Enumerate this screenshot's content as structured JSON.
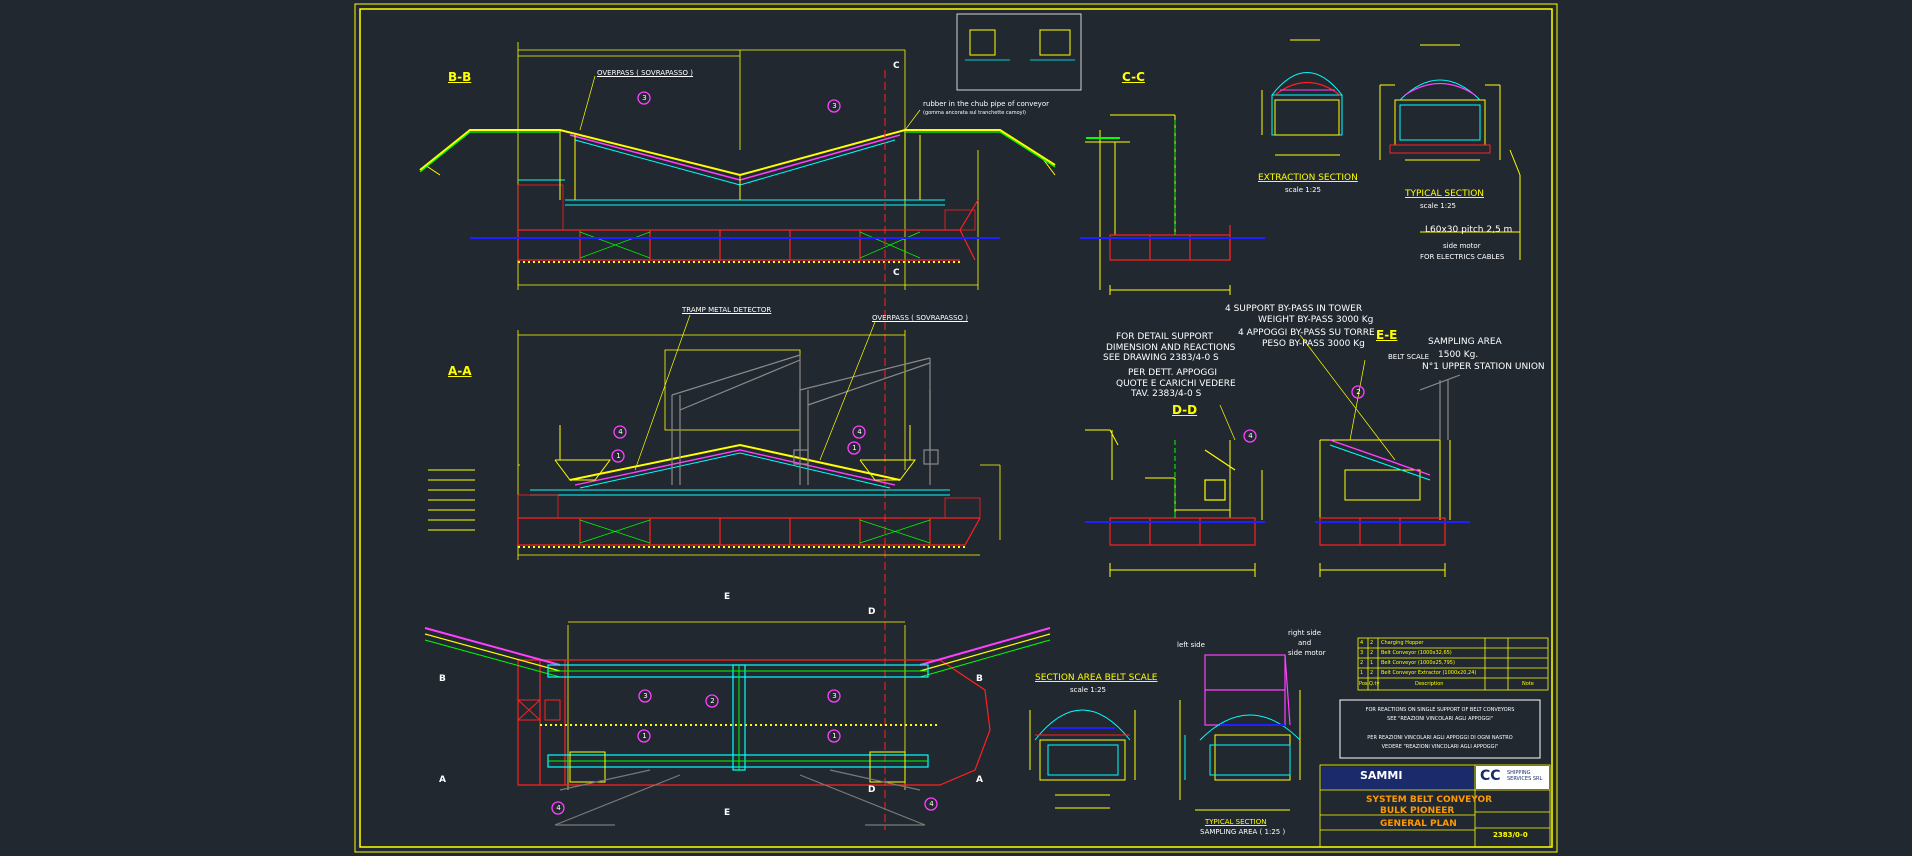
{
  "colors": {
    "background": "#212830",
    "frame": "#ffff00",
    "structure": "#ffff00",
    "hull": "#ff2020",
    "belt": "#ff40ff",
    "conveyor": "#00ffff",
    "green": "#00ff00",
    "water": "#2020ff",
    "text": "#ffffff"
  },
  "sections": {
    "bb": "B-B",
    "aa": "A-A",
    "cc": "C-C",
    "dd": "D-D",
    "ee": "E-E",
    "extraction": "EXTRACTION SECTION",
    "extraction_scale": "scale 1:25",
    "typical": "TYPICAL SECTION",
    "typical_scale": "scale 1:25",
    "belt_scale_area": "SECTION AREA BELT SCALE",
    "belt_scale_area_scale": "scale 1:25",
    "typical_bottom": "TYPICAL SECTION",
    "sampling_area_bottom": "SAMPLING AREA ( 1:25 )"
  },
  "markers": {
    "c_top": "C",
    "c_bottom": "C",
    "e_top": "E",
    "e_bottom": "E",
    "d_top": "D",
    "d_bottom": "D",
    "b_left": "B",
    "b_right": "B",
    "a_left": "A",
    "a_right": "A"
  },
  "callouts": {
    "bb": [
      "3",
      "3"
    ],
    "aa": [
      "4",
      "1",
      "4",
      "1"
    ],
    "plan": [
      "3",
      "2",
      "3",
      "1",
      "1",
      "4",
      "4"
    ],
    "dd": [
      "4"
    ],
    "ee": [
      "2"
    ]
  },
  "notes": {
    "overpass_bb": "OVERPASS ( SOVRAPASSO )",
    "rubber": "rubber in the chub pipe of conveyor",
    "rubber_it": "(gomma ancorata sul tranchette camoyl)",
    "tramp_metal": "TRAMP METAL DETECTOR",
    "overpass_aa": "OVERPASS ( SOVRAPASSO )",
    "cable_tray": "L60x30   pitch 2,5 m",
    "side_motor": "side motor",
    "electrics": "FOR  ELECTRICS CABLES",
    "support_bypass_1": "4 SUPPORT BY-PASS IN TOWER",
    "support_bypass_2": "WEIGHT BY-PASS 3000 Kg",
    "appoggi_1": "4 APPOGGI BY-PASS SU TORRE",
    "appoggi_2": "PESO BY-PASS 3000 Kg",
    "detail_1": "FOR DETAIL SUPPORT",
    "detail_2": "DIMENSION AND REACTIONS",
    "detail_3": "SEE DRAWING  2383/4-0 S",
    "dett_1": "PER DETT. APPOGGI",
    "dett_2": "QUOTE E CARICHI VEDERE",
    "dett_3": "TAV. 2383/4-0 S",
    "sampling_area": "SAMPLING AREA",
    "sampling_weight": "1500 Kg.",
    "sampling_union": "N°1 UPPER STATION UNION",
    "belt_scale": "BELT SCALE",
    "left_side": "left side",
    "right_side_1": "right side",
    "right_side_2": "and",
    "right_side_3": "side motor"
  },
  "reactions": {
    "en_1": "FOR REACTIONS ON SINGLE SUPPORT OF BELT CONVEYORS",
    "en_2": "SEE \"REAZIONI VINCOLARI AGLI APPOGGI\"",
    "it_1": "PER REAZIONI VINCOLARI AGLI APPOGGI DI OGNI NASTRO",
    "it_2": "VEDERE \"REAZIONI VINCOLARI AGLI APPOGGI\""
  },
  "bom": {
    "rows": [
      {
        "pos": "4",
        "qty": "2",
        "desc": "Charging Hopper",
        "note": ""
      },
      {
        "pos": "3",
        "qty": "2",
        "desc": "Belt Conveyor (1000x32,65)",
        "note": ""
      },
      {
        "pos": "2",
        "qty": "1",
        "desc": "Belt Conveyor (1000x25,795)",
        "note": ""
      },
      {
        "pos": "1",
        "qty": "2",
        "desc": "Belt Conveyor Extractor (1000x20,24)",
        "note": ""
      }
    ],
    "header_pos": "Pos.",
    "header_qty": "Q.ty",
    "header_desc": "Description",
    "header_note": "Note"
  },
  "title_block": {
    "company": "SAMMI",
    "client": "CC",
    "client_sub": "SHIPPING SERVICES SRL",
    "line1": "SYSTEM BELT CONVEYOR",
    "line2": "BULK PIONEER",
    "line3": "GENERAL PLAN",
    "drawing_no": "2383/0-0"
  }
}
